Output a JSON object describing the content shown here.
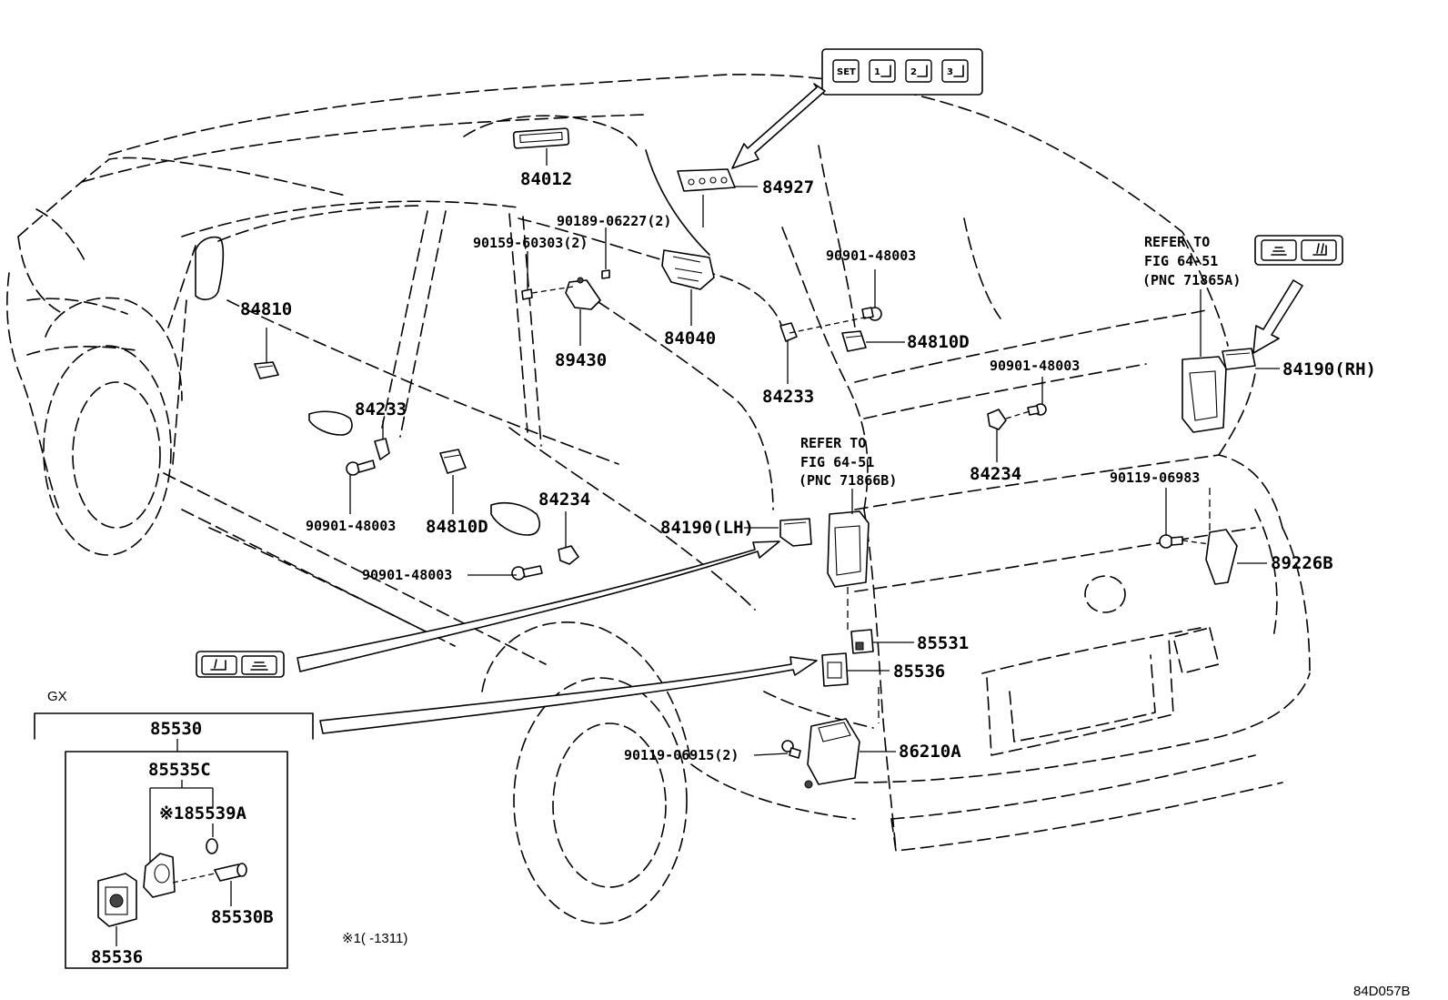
{
  "labels": {
    "p84012": "84012",
    "p84927": "84927",
    "p90189": "90189-06227(2)",
    "p90159": "90159-60303(2)",
    "p84040": "84040",
    "p89430": "89430",
    "p84810": "84810",
    "p84233_left": "84233",
    "p84233_center": "84233",
    "p90901_top": "90901-48003",
    "p84810d_top": "84810D",
    "p90901_right": "90901-48003",
    "p84234_right": "84234",
    "p90901_left": "90901-48003",
    "p84810d_left": "84810D",
    "p84234_left": "84234",
    "p90901_lower": "90901-48003",
    "p84190_lh": "84190(LH)",
    "p84190_rh": "84190(RH)",
    "p90119_06983": "90119-06983",
    "p89226b": "89226B",
    "p85531": "85531",
    "p85536": "85536",
    "p86210a": "86210A",
    "p90119_06915": "90119-06915(2)",
    "p85530": "85530",
    "p85535c": "85535C",
    "p85539a": "※185539A",
    "p85530b": "85530B",
    "p85536_inset": "85536"
  },
  "refs": {
    "ref_a_line1": "REFER TO",
    "ref_a_line2": "FIG 64-51",
    "ref_a_line3": "(PNC 71865A)",
    "ref_b_line1": "REFER TO",
    "ref_b_line2": "FIG 64-51",
    "ref_b_line3": "(PNC 71866B)"
  },
  "inset": {
    "group_label": "GX",
    "footnote": "※1(     -1311)"
  },
  "memory_switch_keys": [
    "SET",
    "1",
    "2",
    "3"
  ],
  "icons": {
    "memory_panel": "seat-memory-icon",
    "seat_heater_rh": "seat-heater-icon",
    "seat_heater_lh": "seat-heater-icon"
  },
  "diagram_code": "84D057B"
}
